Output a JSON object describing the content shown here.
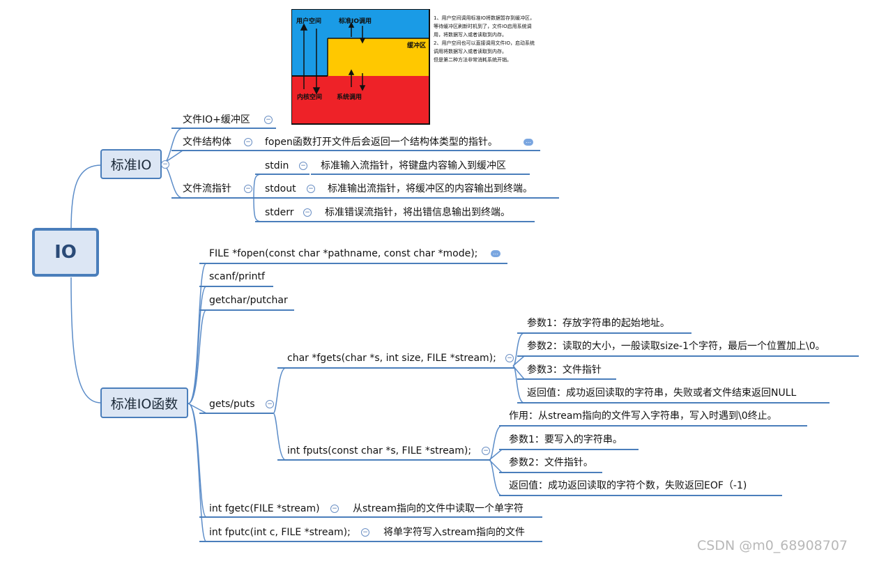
{
  "root": {
    "label": "IO"
  },
  "branches": {
    "std_io": {
      "label": "标准IO"
    },
    "std_io_funcs": {
      "label": "标准IO函数"
    }
  },
  "std_io": {
    "file_io_buffer": "文件IO+缓冲区",
    "file_struct": "文件结构体",
    "file_struct_desc": "fopen函数打开文件后会返回一个结构体类型的指针。",
    "file_stream_ptr": "文件流指针",
    "stdin": "stdin",
    "stdin_desc": "标准输入流指针，将键盘内容输入到缓冲区",
    "stdout": "stdout",
    "stdout_desc": "标准输出流指针，将缓冲区的内容输出到终端。",
    "stderr": "stderr",
    "stderr_desc": "标准错误流指针，将出错信息输出到终端。"
  },
  "figure": {
    "user_space": "用户空间",
    "std_io_call": "标准IO调用",
    "buffer": "缓冲区",
    "kernel_space": "内核空间",
    "syscall": "系统调用",
    "note": "1、用户空间调用标准IO将数据暂存到缓冲区，等待缓冲区刷新时机到了，文件IO启用系统调用，将数据写入或者读取到内存。\n2、用户空间也可以直接调用文件IO，启动系统调用将数据写入或者读取到内存。\n但是第二种方法非常消耗系统开销。",
    "colors": {
      "blue": "#1a9be6",
      "yellow": "#ffc800",
      "red": "#ee2228"
    }
  },
  "funcs": {
    "fopen": "FILE *fopen(const char *pathname, const char *mode);",
    "scanf_printf": "scanf/printf",
    "getchar_putchar": "getchar/putchar",
    "gets_puts": "gets/puts",
    "fgets": "char *fgets(char *s, int size, FILE *stream);",
    "fgets_p1": "参数1：存放字符串的起始地址。",
    "fgets_p2": "参数2：读取的大小，一般读取size-1个字符，最后一个位置加上\\0。",
    "fgets_p3": "参数3：文件指针",
    "fgets_ret": "返回值：成功返回读取的字符串，失败或者文件结束返回NULL",
    "fputs": "int fputs(const char *s, FILE *stream);",
    "fputs_use": "作用：从stream指向的文件写入字符串，写入时遇到\\0终止。",
    "fputs_p1": "参数1：要写入的字符串。",
    "fputs_p2": "参数2：文件指针。",
    "fputs_ret": "返回值：成功返回读取的字符个数，失败返回EOF（-1)",
    "fgetc": "int fgetc(FILE *stream)",
    "fgetc_desc": "从stream指向的文件中读取一个单字符",
    "fputc": "int fputc(int c, FILE *stream);",
    "fputc_desc": "将单字符写入stream指向的文件"
  },
  "watermark": "CSDN @m0_68908707",
  "icons": {
    "collapse": "collapse-icon",
    "comment": "comment-icon"
  },
  "accent_color": "#4a7ebb"
}
